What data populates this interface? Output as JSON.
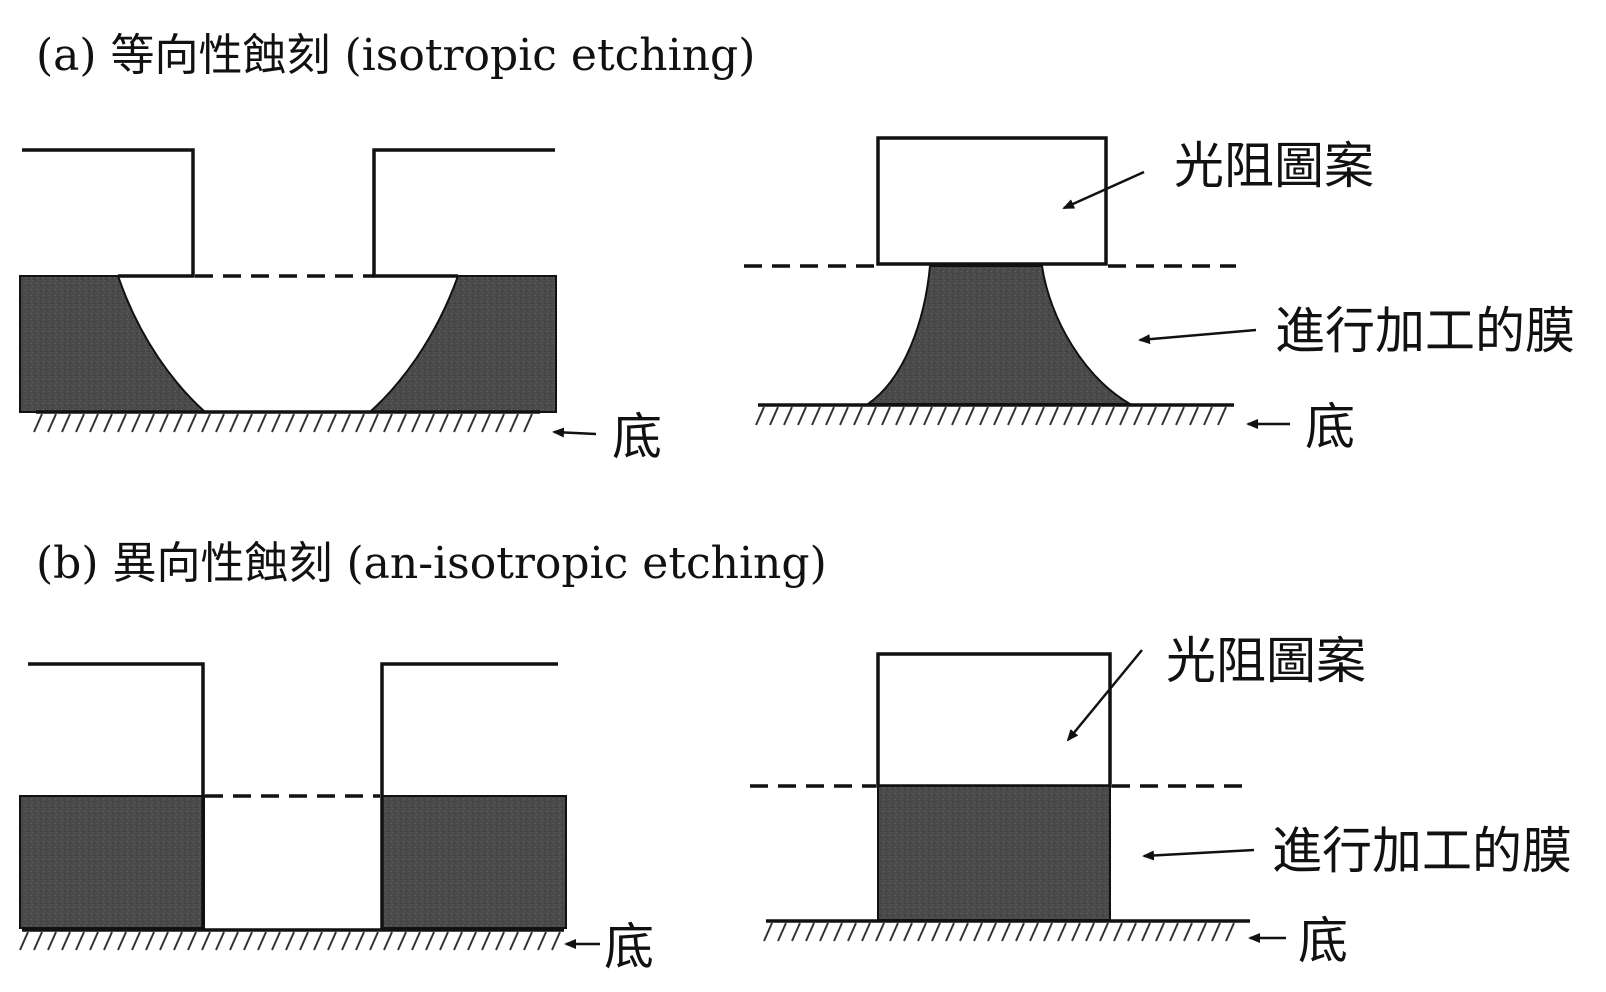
{
  "section_a": {
    "title": "(a)  等向性蝕刻  (isotropic etching)",
    "left": {
      "substrate_label": "底"
    },
    "right": {
      "photoresist_label": "光阻圖案",
      "film_label": "進行加工的膜",
      "substrate_label": "底"
    }
  },
  "section_b": {
    "title": "(b)  異向性蝕刻  (an-isotropic etching)",
    "left": {
      "substrate_label": "底"
    },
    "right": {
      "photoresist_label": "光阻圖案",
      "film_label": "進行加工的膜",
      "substrate_label": "底"
    }
  },
  "colors": {
    "film": "#4a4a4a",
    "line": "#111111",
    "background": "#ffffff"
  }
}
